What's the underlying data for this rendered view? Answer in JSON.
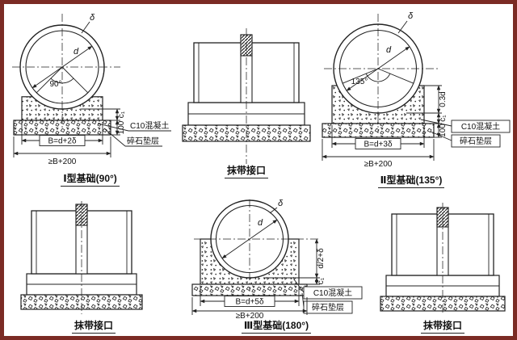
{
  "colors": {
    "frame": "#7b2b24",
    "ink": "#222222"
  },
  "panels": {
    "p1": {
      "caption": "Ⅰ型基础(90°)",
      "delta": "δ",
      "d": "d",
      "angle": "90°",
      "c1": "c₁",
      "h100": "100",
      "dim_b": "B=d+2δ",
      "dim_total": "≥B+200",
      "concrete": "C10混凝土",
      "gravel": "碎石垫层"
    },
    "p2": {
      "caption": "抹带接口"
    },
    "p3": {
      "caption": "Ⅱ型基础(135°)",
      "delta": "δ",
      "d": "d",
      "angle": "135°",
      "h03d": "0.3d",
      "c1": "c₁",
      "h100": "100",
      "dim_b": "B=d+3δ",
      "dim_total": "≥B+200",
      "concrete": "C10混凝土",
      "gravel": "碎石垫层"
    },
    "p4": {
      "caption": "抹带接口"
    },
    "p5": {
      "caption": "Ⅲ型基础(180°)",
      "delta": "δ",
      "d": "d",
      "half_d": "d/2+δ",
      "c1": "c₁",
      "dim_b": "B=d+5δ",
      "dim_total": "≥B+200",
      "concrete": "C10混凝土",
      "gravel": "碎石垫层"
    },
    "p6": {
      "caption": "抹带接口"
    }
  }
}
